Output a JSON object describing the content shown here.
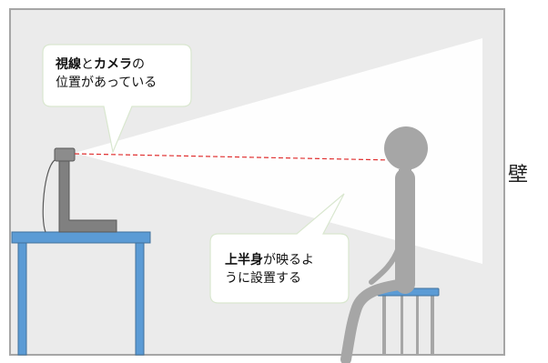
{
  "wall_label": "壁",
  "callouts": {
    "camera_note": {
      "bold_a": "視線",
      "text_a": "と",
      "bold_b": "カメラ",
      "text_b": "の",
      "line2": "位置があっている"
    },
    "body_note": {
      "bold_a": "上半身",
      "text_a": "が映るよ",
      "line2": "うに設置する"
    }
  },
  "colors": {
    "wall": "#ebebeb",
    "wall_border": "#a6a6a6",
    "desk": "#5b9bd5",
    "desk_border": "#41719c",
    "person": "#a6a6a6",
    "camera_stand": "#808080",
    "sight_line": "#e03030",
    "field_of_view": "#ffffff"
  }
}
